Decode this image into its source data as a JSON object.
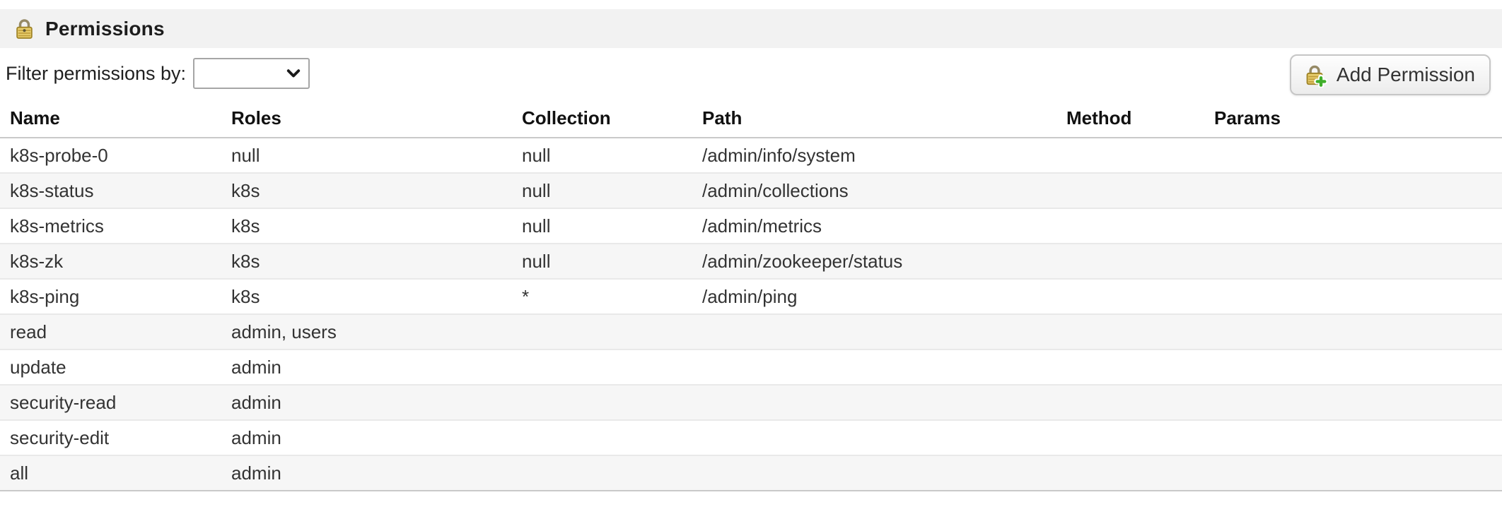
{
  "panel": {
    "title": "Permissions"
  },
  "filter": {
    "label": "Filter permissions by:",
    "selected_value": ""
  },
  "actions": {
    "add_permission_label": "Add Permission"
  },
  "table": {
    "columns": [
      "Name",
      "Roles",
      "Collection",
      "Path",
      "Method",
      "Params"
    ],
    "rows": [
      {
        "name": "k8s-probe-0",
        "roles": "null",
        "collection": "null",
        "path": "/admin/info/system",
        "method": "",
        "params": ""
      },
      {
        "name": "k8s-status",
        "roles": "k8s",
        "collection": "null",
        "path": "/admin/collections",
        "method": "",
        "params": ""
      },
      {
        "name": "k8s-metrics",
        "roles": "k8s",
        "collection": "null",
        "path": "/admin/metrics",
        "method": "",
        "params": ""
      },
      {
        "name": "k8s-zk",
        "roles": "k8s",
        "collection": "null",
        "path": "/admin/zookeeper/status",
        "method": "",
        "params": ""
      },
      {
        "name": "k8s-ping",
        "roles": "k8s",
        "collection": "*",
        "path": "/admin/ping",
        "method": "",
        "params": ""
      },
      {
        "name": "read",
        "roles": "admin, users",
        "collection": "",
        "path": "",
        "method": "",
        "params": ""
      },
      {
        "name": "update",
        "roles": "admin",
        "collection": "",
        "path": "",
        "method": "",
        "params": ""
      },
      {
        "name": "security-read",
        "roles": "admin",
        "collection": "",
        "path": "",
        "method": "",
        "params": ""
      },
      {
        "name": "security-edit",
        "roles": "admin",
        "collection": "",
        "path": "",
        "method": "",
        "params": ""
      },
      {
        "name": "all",
        "roles": "admin",
        "collection": "",
        "path": "",
        "method": "",
        "params": ""
      }
    ]
  },
  "icons": {
    "panel_icon": "lock-icon",
    "add_button_icon": "lock-add-icon",
    "select_icon": "chevron-down-icon"
  },
  "colors": {
    "header_bar_bg": "#f2f2f2",
    "row_stripe_bg": "#f6f6f6",
    "strong_border": "#c9c9c9",
    "row_border": "#e9e9e9",
    "lock_gold": "#e9cf6f",
    "lock_gold_dark": "#a08427",
    "plus_green": "#3fae2a",
    "text": "#333333"
  }
}
